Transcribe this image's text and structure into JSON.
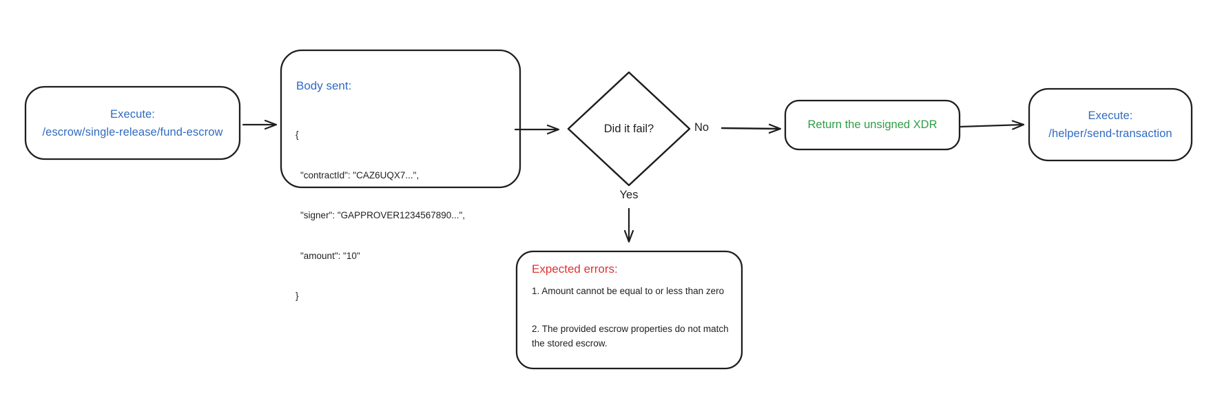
{
  "colors": {
    "stroke": "#1e1e1e",
    "blue": "#2f6bc0",
    "green": "#2f9e44",
    "red": "#e03131",
    "background": "#ffffff"
  },
  "nodes": {
    "fund_escrow": {
      "line1": "Execute:",
      "line2": "/escrow/single-release/fund-escrow"
    },
    "body_sent": {
      "heading": "Body sent:",
      "code_lines": [
        "{",
        "\"contractId\": \"CAZ6UQX7...\",",
        "\"signer\": \"GAPPROVER1234567890...\",",
        "\"amount\": \"10\"",
        "}"
      ]
    },
    "decision": {
      "label": "Did it fail?"
    },
    "return_xdr": {
      "label": "Return the unsigned XDR"
    },
    "send_transaction": {
      "line1": "Execute:",
      "line2": "/helper/send-transaction"
    },
    "expected_errors": {
      "heading": "Expected errors:",
      "items": [
        "1. Amount cannot be equal to or less than zero",
        "2. The provided escrow properties do not match the stored escrow."
      ]
    }
  },
  "edges": {
    "no_label": "No",
    "yes_label": "Yes"
  }
}
